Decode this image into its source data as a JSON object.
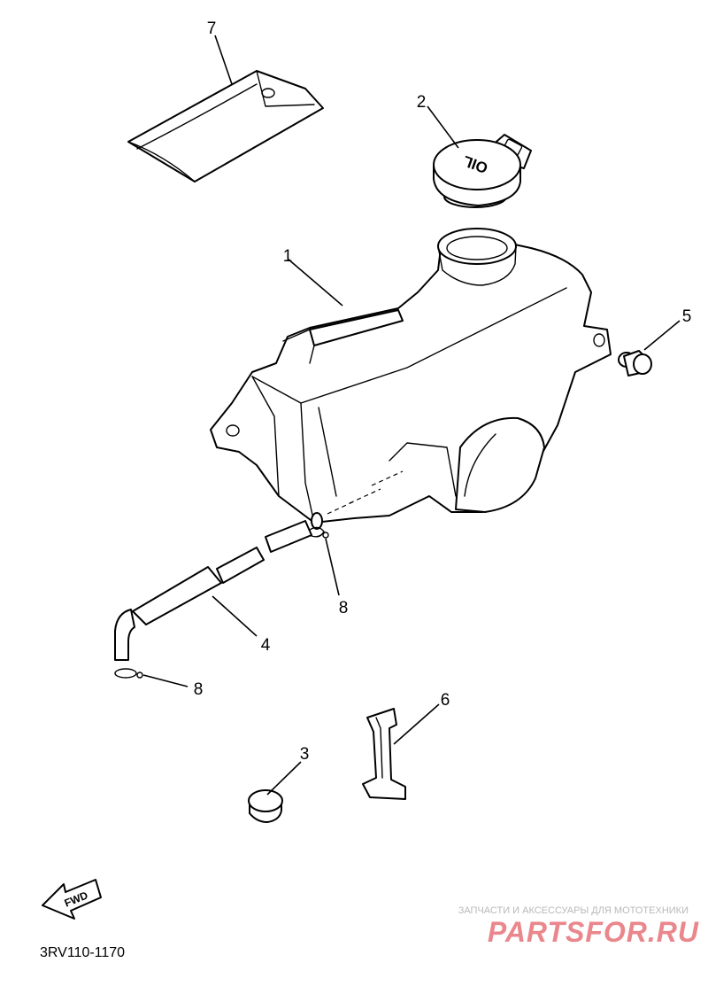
{
  "callouts": [
    {
      "label": "1"
    },
    {
      "label": "2"
    },
    {
      "label": "3"
    },
    {
      "label": "4"
    },
    {
      "label": "5"
    },
    {
      "label": "6"
    },
    {
      "label": "7"
    },
    {
      "label": "8"
    },
    {
      "label": "8"
    }
  ],
  "cap_marking": "OIL",
  "direction_arrow": "FWD",
  "diagram_code": "3RV110-1170",
  "watermark": {
    "tagline": "ЗАПЧАСТИ И АКСЕССУАРЫ ДЛЯ МОТОТЕХНИКИ",
    "brand": "PARTSFOR.RU",
    "color": "#d9262f"
  }
}
